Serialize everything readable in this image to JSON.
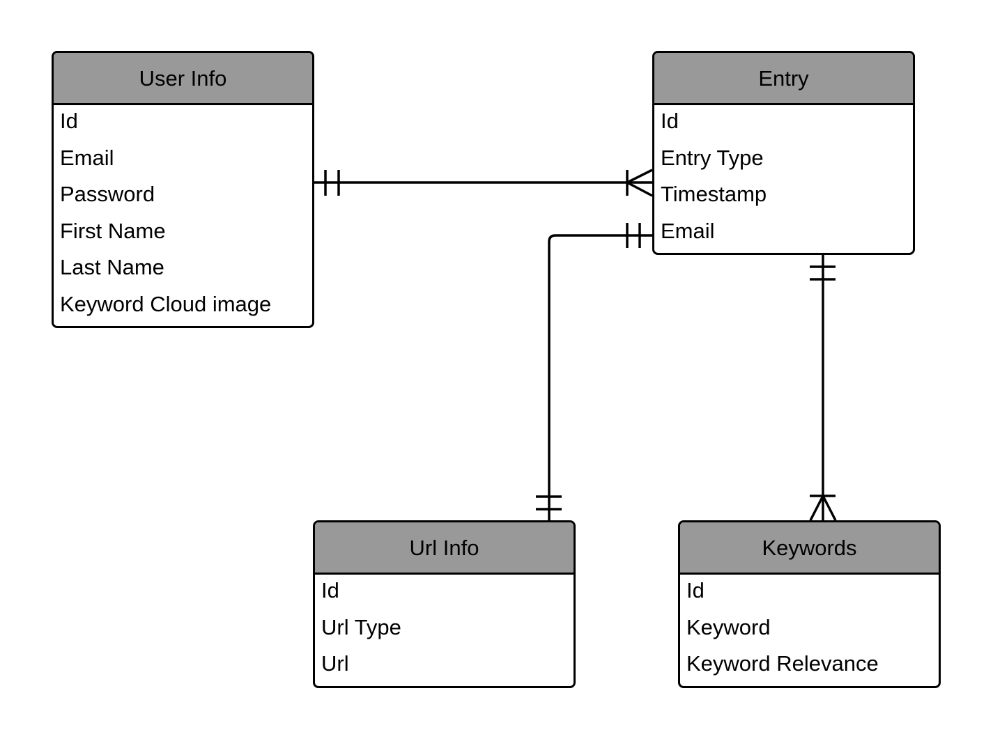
{
  "entities": {
    "user_info": {
      "title": "User Info",
      "attributes": [
        "Id",
        "Email",
        "Password",
        "First Name",
        "Last Name",
        "Keyword Cloud image"
      ]
    },
    "entry": {
      "title": "Entry",
      "attributes": [
        "Id",
        "Entry Type",
        "Timestamp",
        "Email"
      ]
    },
    "url_info": {
      "title": "Url Info",
      "attributes": [
        "Id",
        "Url Type",
        "Url"
      ]
    },
    "keywords": {
      "title": "Keywords",
      "attributes": [
        "Id",
        "Keyword",
        "Keyword Relevance"
      ]
    }
  },
  "relationships": [
    {
      "from": "User Info",
      "to": "Entry",
      "from_cardinality": "one-and-only-one",
      "to_cardinality": "one-or-many"
    },
    {
      "from": "Entry",
      "to": "Url Info",
      "from_cardinality": "one-and-only-one",
      "to_cardinality": "one-and-only-one"
    },
    {
      "from": "Entry",
      "to": "Keywords",
      "from_cardinality": "one-and-only-one",
      "to_cardinality": "one-or-many"
    }
  ],
  "colors": {
    "header_fill": "#999999",
    "line": "#000000",
    "background": "#ffffff"
  }
}
